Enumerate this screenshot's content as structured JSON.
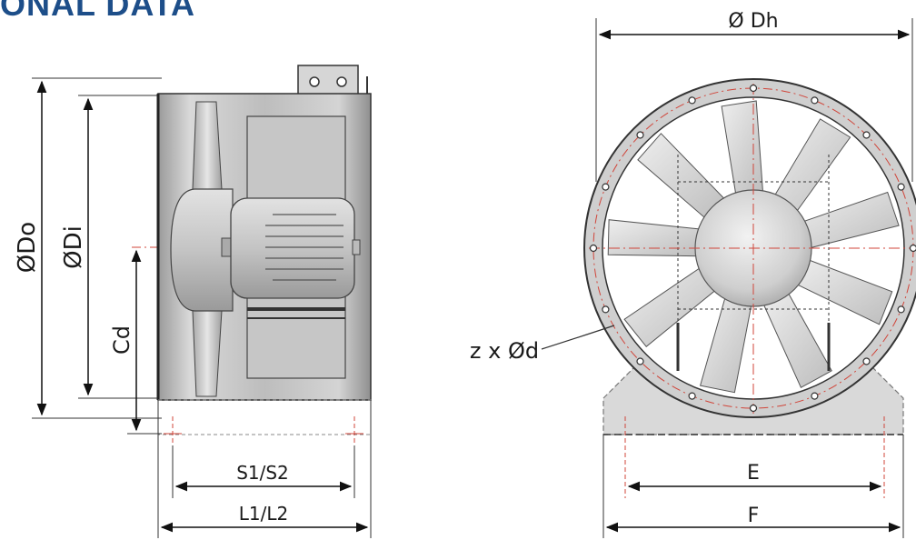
{
  "heading": "ONAL DATA",
  "side_view": {
    "do_label": "ØDo",
    "di_label": "ØDi",
    "cd_label": "Cd",
    "s_label": "S1/S2",
    "l_label": "L1/L2"
  },
  "front_view": {
    "dh_label": "Ø Dh",
    "bolt_label": "z x Ød",
    "e_label": "E",
    "f_label": "F"
  },
  "colors": {
    "heading": "#1d4e89",
    "centerline": "#d0453a",
    "casing": "#c8c8c8",
    "dim_line": "#111111"
  }
}
